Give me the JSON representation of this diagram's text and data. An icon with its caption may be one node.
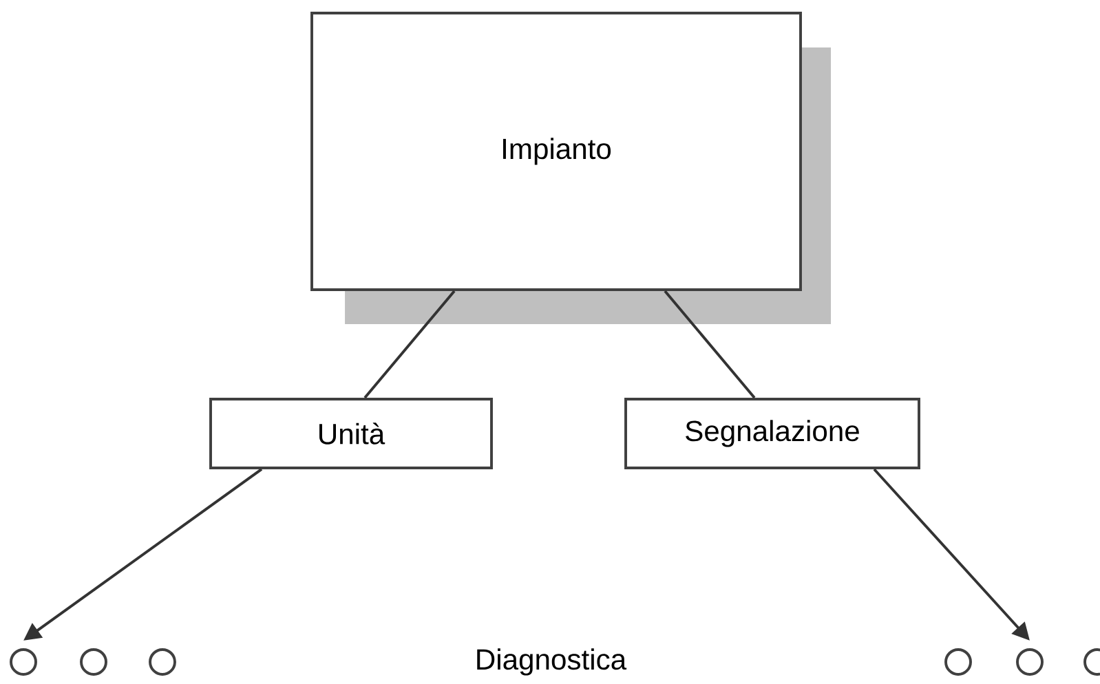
{
  "diagram": {
    "nodes": [
      {
        "text": [
          "Impianto"
        ]
      },
      {
        "text": [
          "Unità"
        ]
      },
      {
        "text": [
          "Segnalazione"
        ]
      },
      {
        "text": [],
        "shape": "circle"
      },
      {
        "text": [],
        "shape": "circle"
      },
      {
        "text": [],
        "shape": "circle"
      },
      {
        "text": [],
        "shape": "circle"
      },
      {
        "text": [],
        "shape": "circle"
      },
      {
        "text": [],
        "shape": "circle"
      }
    ],
    "edges": [
      {
        "from": 0,
        "to": 1,
        "arrow": "none"
      },
      {
        "from": 0,
        "to": 2,
        "arrow": "none"
      },
      {
        "from": 1,
        "to": 3,
        "arrow": "to"
      },
      {
        "from": 2,
        "to": 7,
        "arrow": "to"
      }
    ],
    "labels": [
      "Diagnostica"
    ]
  }
}
